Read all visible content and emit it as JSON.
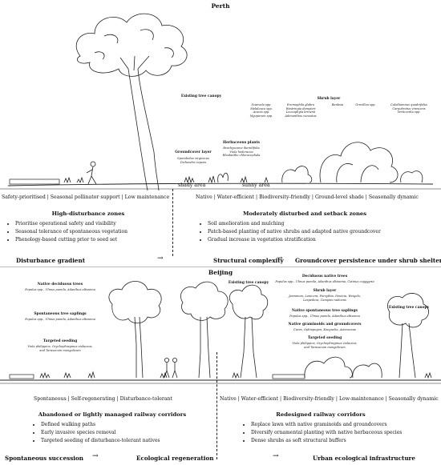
{
  "top": {
    "city": "Perth",
    "labels": {
      "existing_tree_canopy": "Existing tree canopy",
      "shrub_layer": {
        "title": "Shrub layer",
        "col1": [
          "Scaevola spp.",
          "Melaleuca spp.",
          "Acacia spp.",
          "Myoporum spp."
        ],
        "col2": [
          "Eremophila glabra",
          "Westringia dampieri",
          "Leucophyta brownii",
          "Adenanthos cuneatus"
        ],
        "col3": [
          "Banksia"
        ],
        "col4": [
          "Grevillea spp."
        ],
        "col5": [
          "Calothamnus quadrifidus",
          "Carpobrotus virescens",
          "Verticordia spp."
        ]
      },
      "herbaceous_plants": {
        "title": "Herbaceous plants",
        "items": [
          "Brachyscome iberidifolia",
          "Viola hederacea",
          "Rhodanthe chlorocephala"
        ]
      },
      "groundcover_layer": {
        "title": "Groundcover layer",
        "items": [
          "Sporobolus virginicus",
          "Dichondra repens"
        ]
      }
    },
    "areas": {
      "shady": "shady area",
      "sunny": "sunny area"
    },
    "left_tags": "Safety-prioritised | Seasonal pollinator support | Low maintenance",
    "right_tags": "Native | Water-efficient | Biodiversity-friendly | Ground-level shade | Seasonally dynamic",
    "left_zone": {
      "title": "High-disturbance zones",
      "bullets": [
        "Prioritise operational safety and visibility",
        "Seasonal tolerance of spontaneous vegetation",
        "Phenology-based cutting prior to seed set"
      ]
    },
    "right_zone": {
      "title": "Moderately disturbed and setback zones",
      "bullets": [
        "Soil amelioration and mulching",
        "Patch-based planting of native shrubs and adapted native groundcover",
        "Gradual increase in vegetation stratification"
      ]
    },
    "gradient": [
      "Disturbance gradient",
      "Structural complexity",
      "Groundcover persistence under shrub shelter"
    ],
    "arrow": "→"
  },
  "bottom": {
    "city": "Beijing",
    "labels": {
      "left_native_deciduous": {
        "title": "Native deciduous trees",
        "items": [
          "Populus spp., Ulmus pumila, Ailanthus altissima"
        ]
      },
      "left_spontaneous_saplings": {
        "title": "Spontaneous tree saplings",
        "items": [
          "Populus spp., Ulmus pumila, Ailanthus altissima"
        ]
      },
      "left_targeted_seeding": {
        "title": "Targeted seeding",
        "items": [
          "Viola philippica, Orychophragmus violaceus,",
          "and Taraxacum mongolicum"
        ]
      },
      "existing_tree_canopy_1": "Existing tree canopy",
      "existing_tree_canopy_2": "Existing tree canopy",
      "right_deciduous": {
        "title": "Deciduous native trees",
        "items": [
          "Populus spp., Ulmus pumila, Ailanthus altissima, Cotinus coggygria"
        ]
      },
      "right_shrub": {
        "title": "Shrub layer",
        "items": [
          "Jasminum, Lonicera, Forsythia, Deutzia, Weigela,",
          "Lespedeza, Campsis radicans"
        ]
      },
      "right_saplings": {
        "title": "Native spontaneous tree saplings",
        "items": [
          "Populus spp., Ulmus pumila, Ailanthus altissima"
        ]
      },
      "right_graminoids": {
        "title": "Native graminoids and groundcovers",
        "items": [
          "Carex, Ophiopogon, Koeguelia, Asteraceae"
        ]
      },
      "right_targeted_seeding": {
        "title": "Targeted seeding",
        "items": [
          "Viola philippica, Orychophragmus violaceus,",
          "and Taraxacum mongolicum"
        ]
      }
    },
    "left_tags": "Spontaneous | Self-regenerating | Disturbance-tolerant",
    "right_tags": "Native | Water-efficient | Biodiversity-friendly | Low-maintenance | Seasonally dynamic",
    "left_zone": {
      "title": "Abandoned or lightly managed railway corridors",
      "bullets": [
        "Defined walking paths",
        "Early invasive species removal",
        "Targeted seeding of disturbance-tolerant natives"
      ]
    },
    "right_zone": {
      "title": "Redesigned railway corridors",
      "bullets": [
        "Replace lawn with native graminoids and groundcovers",
        "Diversify ornamental planting with native herbaceous species",
        "Dense shrubs as soft structural buffers"
      ]
    },
    "gradient": [
      "Spontaneous succession",
      "Ecological regeneration",
      "Urban ecological infrastructure"
    ],
    "arrow": "→"
  }
}
